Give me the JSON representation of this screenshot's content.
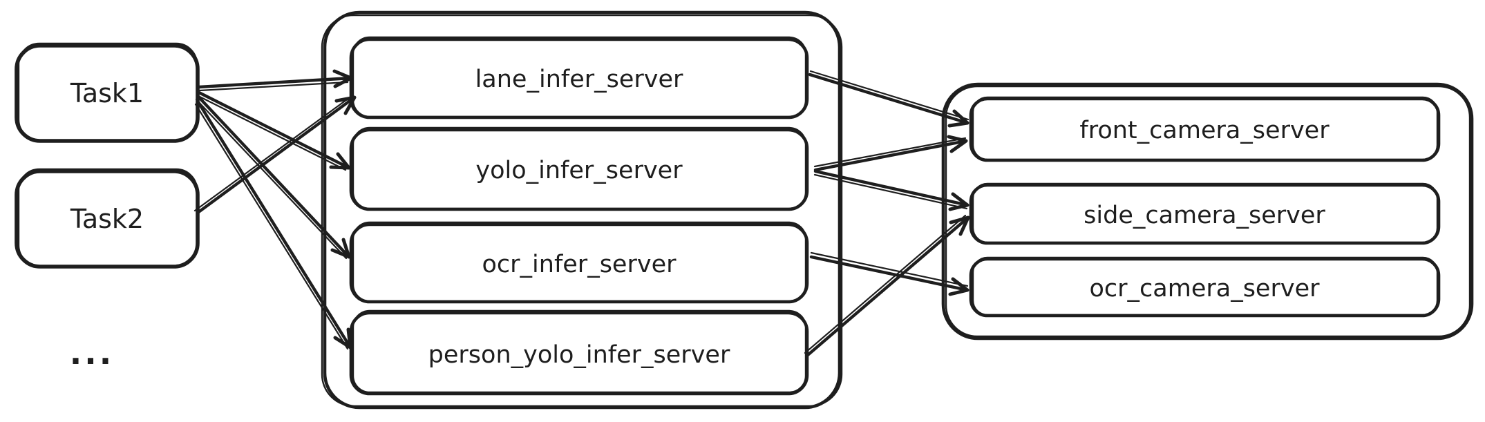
{
  "diagram": {
    "background_color": "#ffffff",
    "stroke_color": "#1e1e1e",
    "tasks": [
      {
        "label": "Task1"
      },
      {
        "label": "Task2"
      }
    ],
    "ellipsis": "...",
    "infer_group": {
      "servers": [
        {
          "label": "lane_infer_server"
        },
        {
          "label": "yolo_infer_server"
        },
        {
          "label": "ocr_infer_server"
        },
        {
          "label": "person_yolo_infer_server"
        }
      ]
    },
    "camera_group": {
      "servers": [
        {
          "label": "front_camera_server"
        },
        {
          "label": "side_camera_server"
        },
        {
          "label": "ocr_camera_server"
        }
      ]
    },
    "edges": [
      {
        "from": "Task1",
        "to": "lane_infer_server"
      },
      {
        "from": "Task1",
        "to": "yolo_infer_server"
      },
      {
        "from": "Task1",
        "to": "ocr_infer_server"
      },
      {
        "from": "Task1",
        "to": "person_yolo_infer_server"
      },
      {
        "from": "Task2",
        "to": "lane_infer_server"
      },
      {
        "from": "lane_infer_server",
        "to": "front_camera_server"
      },
      {
        "from": "yolo_infer_server",
        "to": "front_camera_server"
      },
      {
        "from": "yolo_infer_server",
        "to": "side_camera_server"
      },
      {
        "from": "person_yolo_infer_server",
        "to": "side_camera_server"
      },
      {
        "from": "ocr_infer_server",
        "to": "ocr_camera_server"
      }
    ]
  }
}
